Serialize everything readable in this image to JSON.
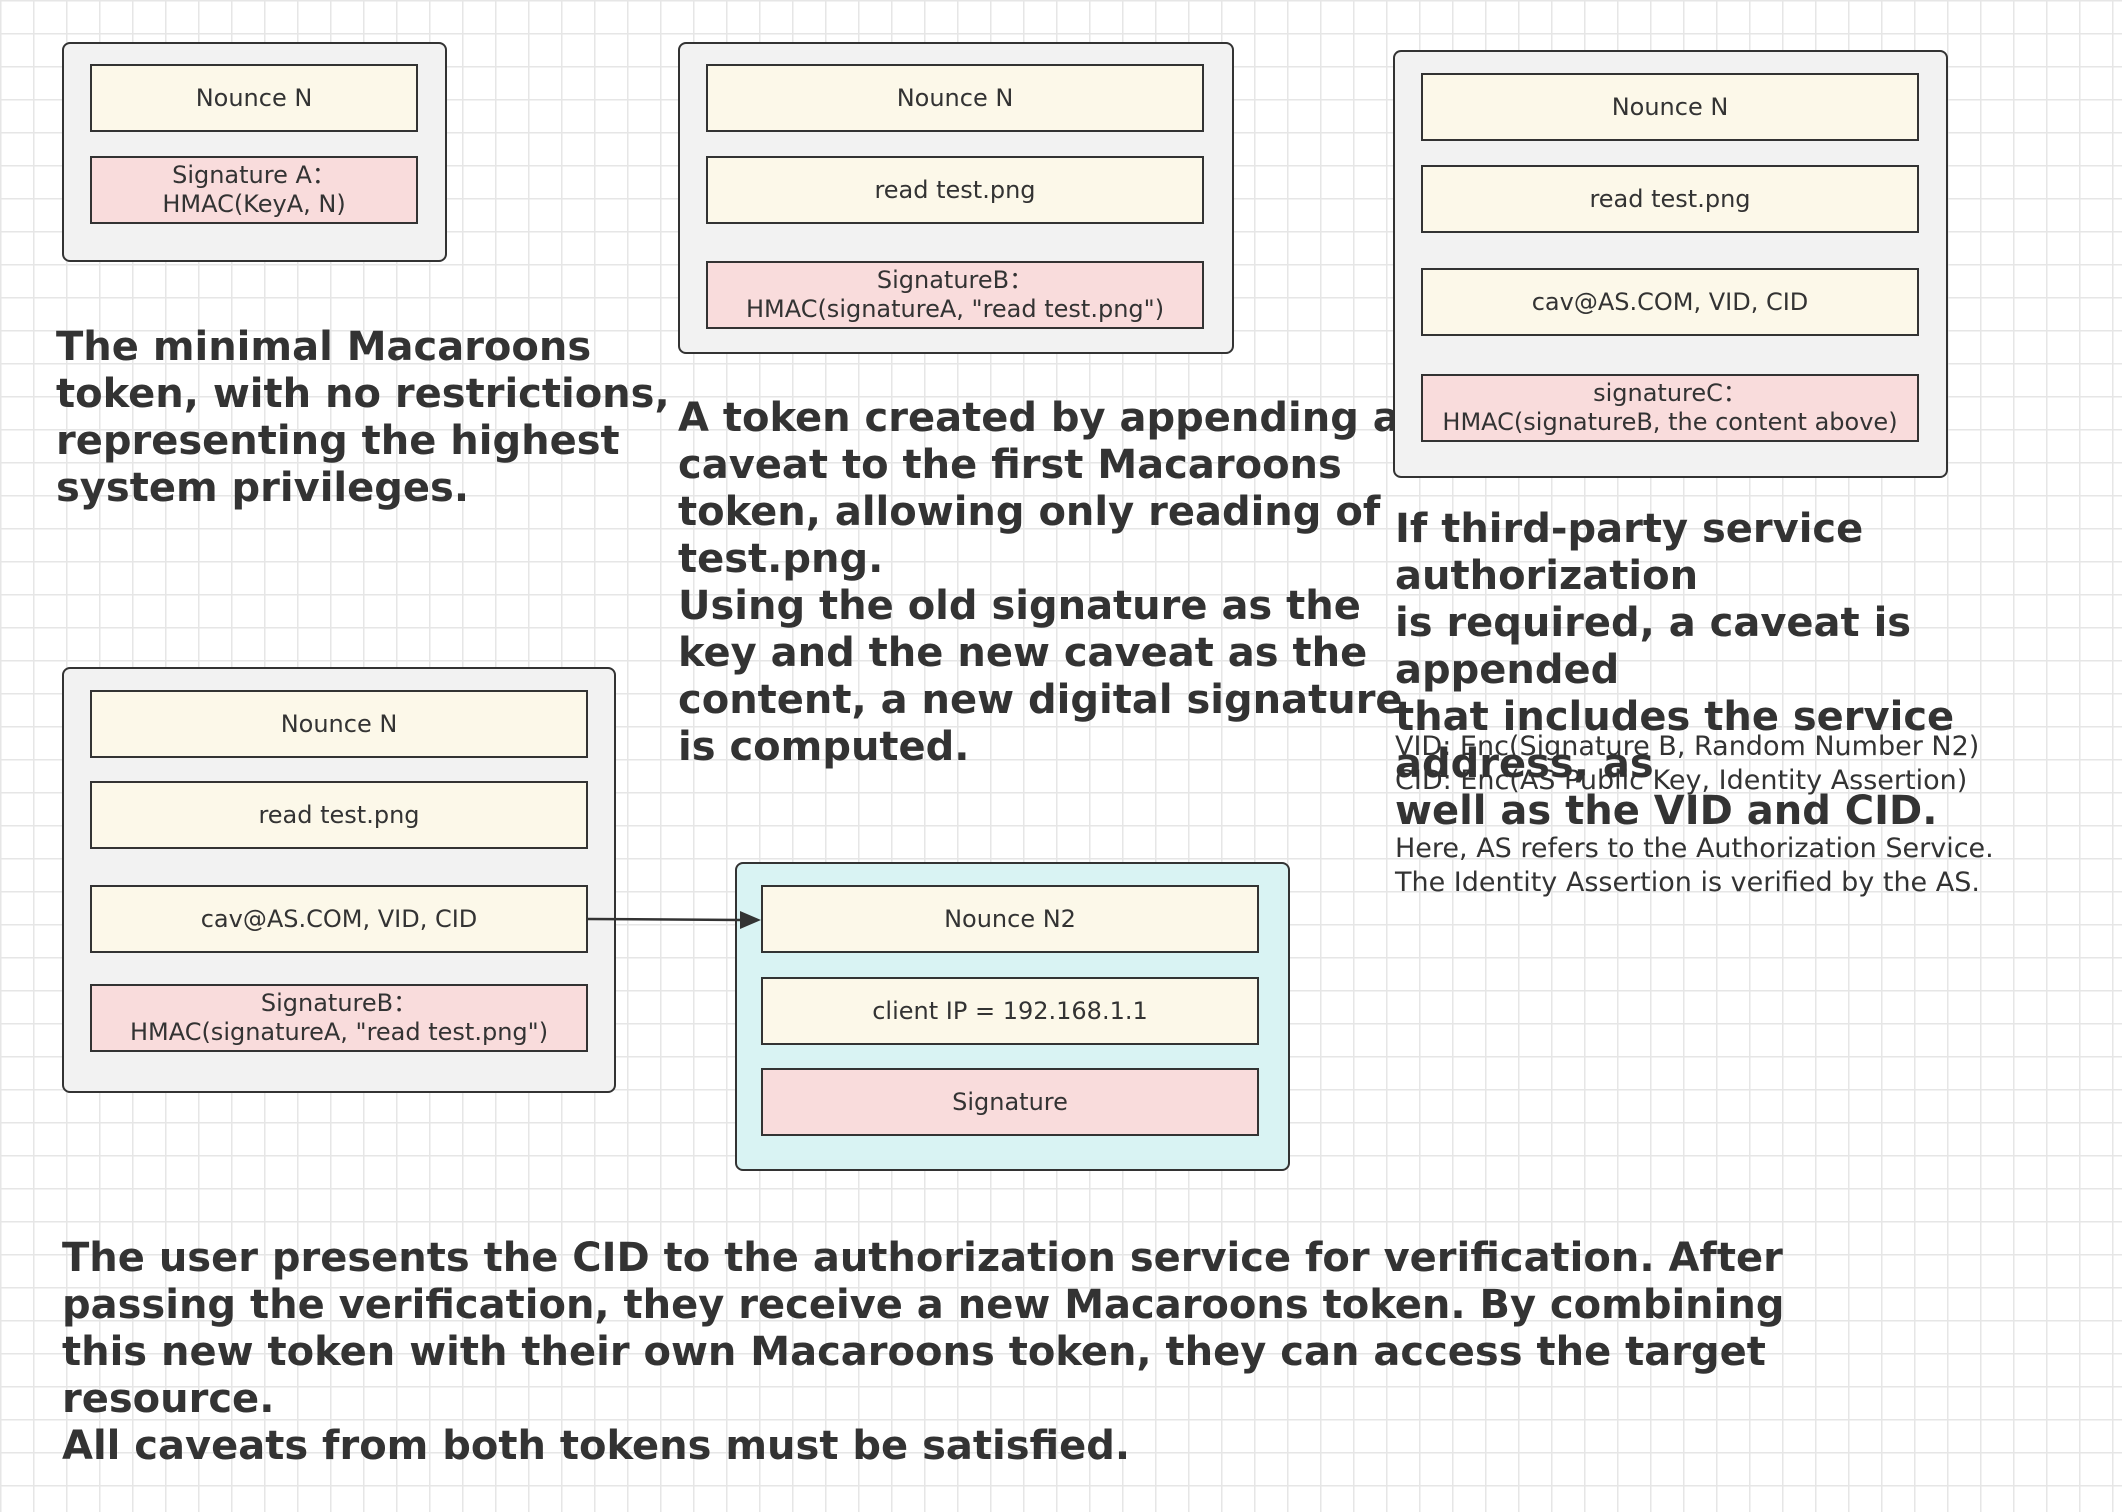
{
  "token1": {
    "fields": [
      "Nounce N",
      "Signature A：\nHMAC(KeyA, N)"
    ],
    "caption": "The minimal Macaroons\ntoken, with no restrictions,\nrepresenting the highest\nsystem privileges."
  },
  "token2": {
    "fields": [
      "Nounce N",
      "read test.png",
      "SignatureB：\nHMAC(signatureA, \"read test.png\")"
    ],
    "caption": "A token created by appending a\ncaveat to the first Macaroons\ntoken, allowing only reading of\ntest.png.\nUsing the old signature as the\nkey and the new caveat as the\ncontent, a new digital signature\nis computed."
  },
  "token3": {
    "fields": [
      "Nounce N",
      "read test.png",
      "cav@AS.COM, VID, CID",
      "signatureC：\nHMAC(signatureB, the content above)"
    ],
    "caption": "If third-party service authorization\nis required, a caveat is appended\nthat includes the service address, as\nwell as the VID and CID.",
    "note_vid_cid": "VID: Enc(Signature B, Random Number N2)\nCID: Enc(AS Public Key, Identity Assertion)",
    "note_as": "Here, AS refers to the Authorization Service.\nThe Identity Assertion is verified by the AS."
  },
  "token4": {
    "fields": [
      "Nounce N",
      "read test.png",
      "cav@AS.COM, VID, CID",
      "SignatureB：\nHMAC(signatureA, \"read test.png\")"
    ]
  },
  "token5": {
    "fields": [
      "Nounce N2",
      "client IP = 192.168.1.1",
      "Signature"
    ]
  },
  "bottom_caption": "The user presents the CID to the authorization service for verification. After\npassing the verification, they receive a new Macaroons token. By combining\nthis new token with their own Macaroons token, they can access the target\nresource.\nAll caveats from both tokens must be satisfied."
}
